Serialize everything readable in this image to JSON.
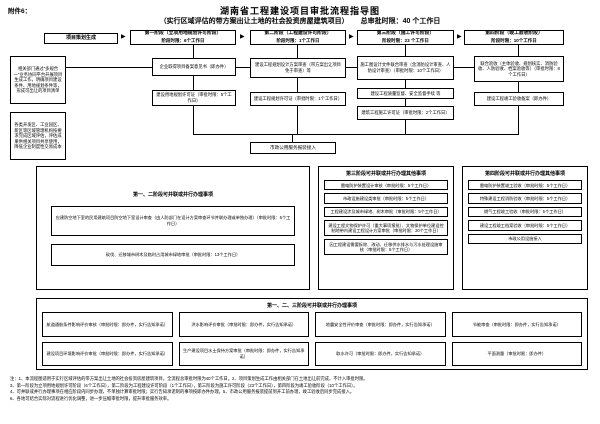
{
  "icons": {
    "arrow_right": "▶"
  },
  "header": {
    "attachment": "附件6：",
    "title": "湖南省工程建设项目审批流程指导图",
    "subtitle": "（实行区域评估的带方案出让土地的社会投资房屋建筑项目）",
    "total_limit": "总审批时限：40 个工作日"
  },
  "stage_bar": {
    "start": "项目策划生成",
    "stages": [
      {
        "name": "第一阶段（立项用地规划许可阶段）",
        "limit": "阶段时限：6个工作日"
      },
      {
        "name": "第二阶段（工程建设许可阶段）",
        "limit": "阶段时限：1个工作日"
      },
      {
        "name": "第三阶段（施工许可阶段）",
        "limit": "阶段时限：23 个工作日"
      },
      {
        "name": "第四阶段（竣工验收阶段）",
        "limit": "阶段时限：10个工作日"
      }
    ]
  },
  "flow": {
    "left_top": "相关部门通过“多规合一”业务协同平台开展项目生成工作，明确项目建设条件、用地规划条件等，形成可出让的项目清单",
    "left_bottom": "各类开发区、工业园区、新区等区域管理机构按要求完成区域评估，评估成果供相关项目共享使用，降低企业制度性交易成本",
    "s1_top": "企业取得项目备案意见书（即办件）",
    "s1_permit": "建设用地规划许可证（审批时限：5个工作日）",
    "s2_top": "建设工程规划设计方案审查（带方案出让项目免于审查）等",
    "s2_permit": "建设工程规划许可证（审批时限：1个工作日）",
    "s3_top": "施工图设计文件联合审查（含消防设计审查、人防设计审查）（审批时限：10个工作日）",
    "s3_mid": "建设工程质量监督、安全监督手续 等",
    "s3_permit": "建筑工程施工许可证（审批时限：2个工作日）",
    "s4_top": "联合验收（主体验收、规划核实、消防验收、人防验收、档案验收等）（审批时限：8个工作日）",
    "s4_permit": "建设工程竣工验收备案（即办件）",
    "muni": "市政公用服务报装接入"
  },
  "sections": {
    "stage12": {
      "title": "第一、二阶段可并联或并行办理事项",
      "items": [
        "应建防空地下室的民用建筑项目防空地下室设计审查（由人防部门在设计方案审查环节并联办理或单独办理）（审批时限：5个工作日）",
        "砍伐、迁移城市树木及临时占用城市绿地审批（审批时限：13个工作日）"
      ]
    },
    "stage3": {
      "title": "第三阶段可并联或并行办理其他事项",
      "items": [
        "雷电防护装置设计审核（审批时限：5个工作日）",
        "市政设施建设类审批（审批时限：5个工作日）",
        "工程建设涉及城市绿地、树木审批（审批时限：5个工作日）",
        "建设工程文物保护许可（重大事项报批）、文物保护单位建设控制地带内建设工程设计方案审批（审批时限：20个工作日）",
        "因工程建设需要拆除、改动、迁移供水排水与污水处理设施审核（审批时限：5个工作日）"
      ]
    },
    "stage4": {
      "title": "第四阶段可并联或并行办理其他事项",
      "items": [
        "雷电防护装置竣工验收（审批时限：5个工作日）",
        "特殊建设工程消防验收（审批时限：5个工作日）",
        "燃气工程竣工验收（审批时限：5个工作日）",
        "建设工程竣工档案验收（审批时限：5个工作日）",
        "市政公用设施接入"
      ]
    },
    "stage123": {
      "title": "第一、二、三阶段可并联或并行办理事项",
      "items": [
        "航道通航条件影响评价审核（审批时限：即办件，实行告知承诺）",
        "洪水影响评价审批（审批时限：即办件，实行告知承诺）",
        "地震安全性评价审查（审批时限：即办件，实行告知承诺）",
        "节能审查（审批时限：即办件，实行告知承诺）",
        "建设项目环境影响评价审批（审批时限：即办件，实行告知承诺）",
        "生产建设项目水土保持方案审批（审批时限：即办件，实行告知承诺）",
        "取水许可（审批时限：即办件，实行告知承诺）",
        "平面测量（审批时限：即办件）"
      ]
    }
  },
  "notes": {
    "lines": [
      "注：1、本流程图适用于实行区域评估的带方案出让土地的社会投资房屋建筑项目，全流程总审批时限为40个工作日。2、项目策划生成工作由相关部门在土地出让前完成，不计入审批时限。",
      "3、第一阶段为立项用地规划许可阶段（6个工作日），第二阶段为工程建设许可阶段（1个工作日），第三阶段为施工许可阶段（23个工作日），第四阶段为竣工验收阶段（10个工作日）。",
      "4、可并联或并行办理事项在相应阶段内同步办理，不单独计算审批时限；实行告知承诺制的事项按即办件办理。5、市政公用服务报装提前到开工前办理，竣工验收后同步完成接入。",
      "6、各地可结合实际对流程进行优化调整，进一步压缩审批时限，提升审批服务效率。"
    ]
  }
}
